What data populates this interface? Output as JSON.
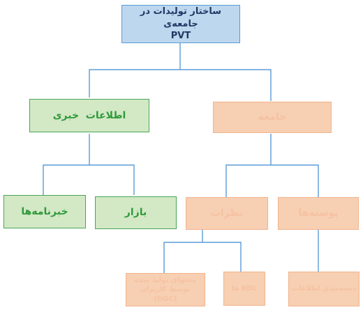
{
  "root": {
    "line1": "ساختار تولیدات در جامعه‌ی",
    "line2": "PVT"
  },
  "left_branch": {
    "label": "اطلاعات  خبری",
    "children": [
      "خبرنامه‌ها",
      "بازار"
    ]
  },
  "right_branch": {
    "label": "جامعه",
    "children": [
      "نظرات",
      "پوسته‌ها"
    ],
    "opinions_children": [
      "محتوای تولید شده توسط کاربران (UGC)",
      "KOL ها"
    ],
    "skins_children": [
      "دسته‌بندی اطلاعات"
    ]
  },
  "colors": {
    "connector": "#5b9bd5",
    "blue_fill": "#bdd7ee",
    "green_fill": "#d3e8c5",
    "orange_fill": "#f7cfb2"
  }
}
